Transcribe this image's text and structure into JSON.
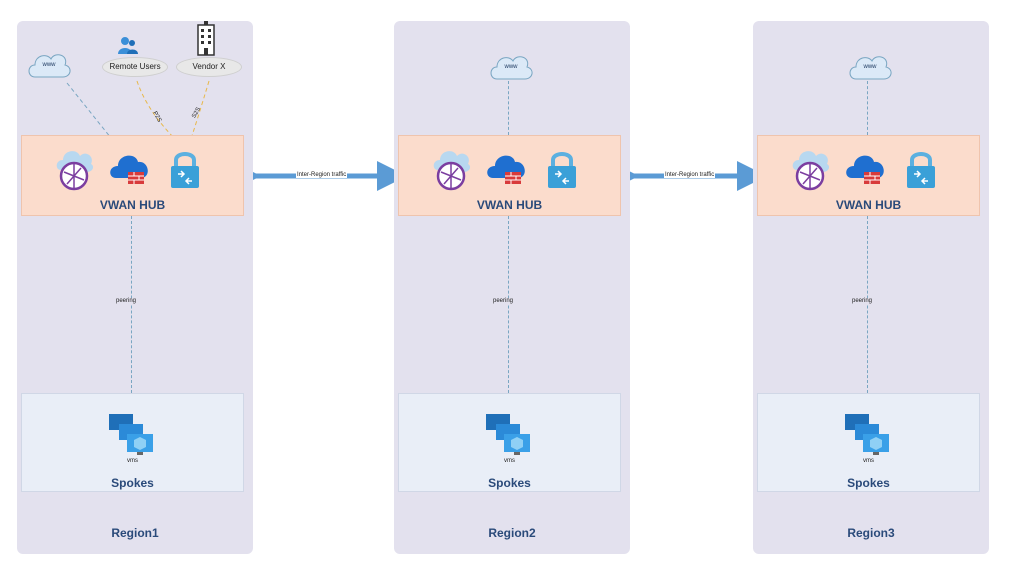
{
  "regions": [
    {
      "label": "Region1",
      "hub_label": "VWAN HUB",
      "spokes_label": "Spokes",
      "vms_label": "vms",
      "peering_label": "peering",
      "cloud_label": "www"
    },
    {
      "label": "Region2",
      "hub_label": "VWAN HUB",
      "spokes_label": "Spokes",
      "vms_label": "vms",
      "peering_label": "peering",
      "cloud_label": "www"
    },
    {
      "label": "Region3",
      "hub_label": "VWAN HUB",
      "spokes_label": "Spokes",
      "vms_label": "vms",
      "peering_label": "peering",
      "cloud_label": "www"
    }
  ],
  "remote": {
    "remote_users_label": "Remote Users",
    "vendor_label": "Vendor X",
    "link1_label": "P2S",
    "link2_label": "S2S"
  },
  "inter_region": {
    "label": "Inter-Region traffic"
  },
  "colors": {
    "region_bg": "#e3e1ee",
    "hub_bg": "#fbdccc",
    "spokes_bg": "#e9eef7",
    "arrow": "#5b9bd5",
    "text": "#2a4a7a"
  }
}
